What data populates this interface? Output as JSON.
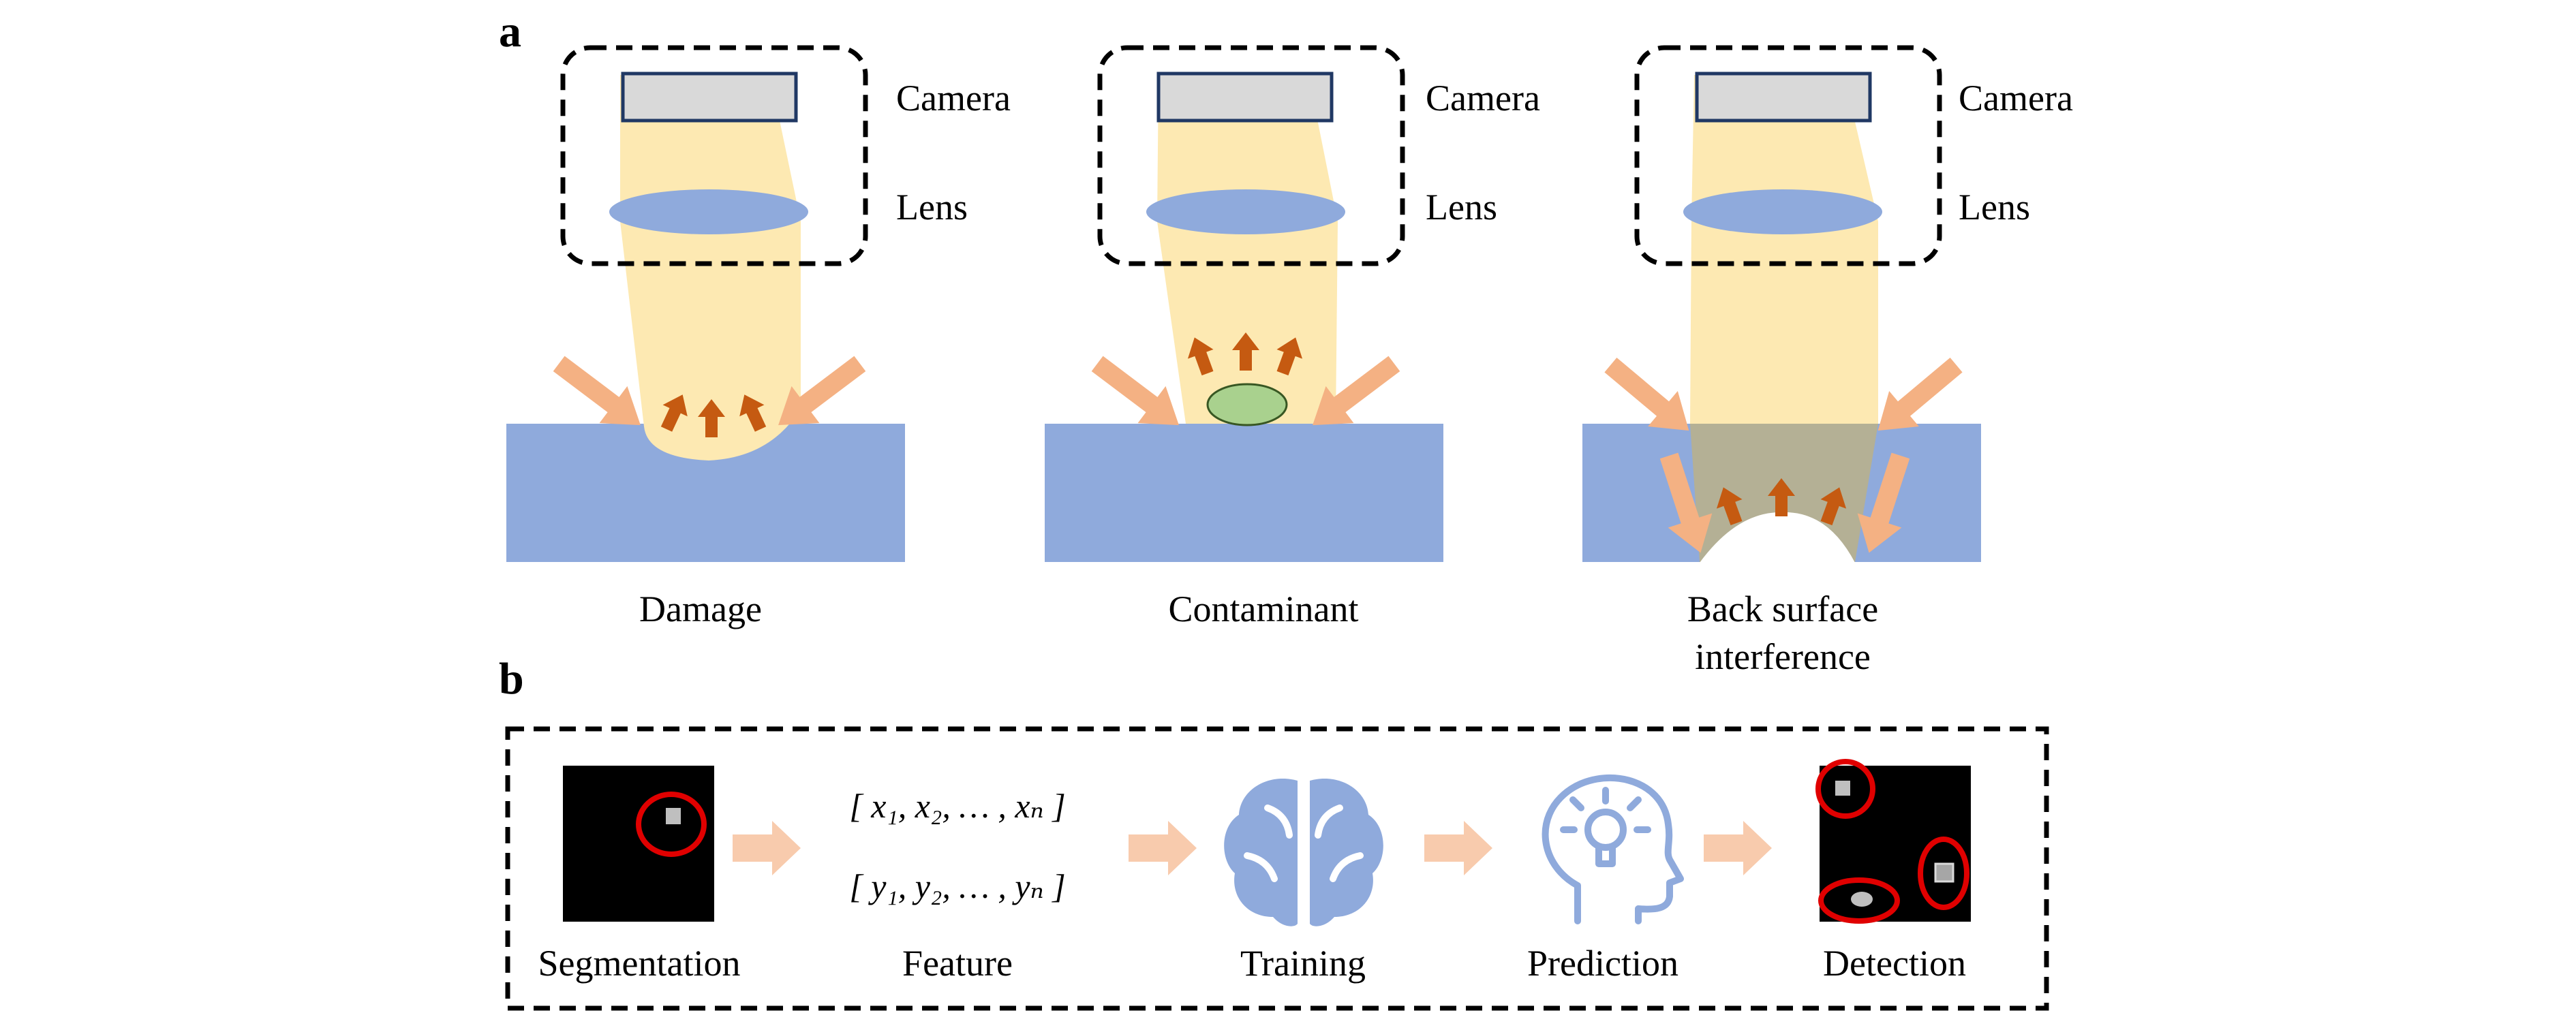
{
  "panel_a": {
    "label": "a",
    "camera_label": "Camera",
    "lens_label": "Lens",
    "cases": [
      {
        "id": "damage",
        "label": "Damage"
      },
      {
        "id": "contaminant",
        "label": "Contaminant"
      },
      {
        "id": "back_surface",
        "label_line1": "Back surface",
        "label_line2": "interference"
      }
    ]
  },
  "panel_b": {
    "label": "b",
    "steps": [
      "Segmentation",
      "Feature",
      "Training",
      "Prediction",
      "Detection"
    ],
    "feature_vectors": {
      "x_row": "[  x₁, x₂, … , xₙ  ]",
      "y_row": "[  y₁, y₂, … , yₙ  ]"
    }
  },
  "colors": {
    "light_beam": "#fde9b2",
    "lens": "#8faadc",
    "sample": "#8faadc",
    "camera_sensor": "#d9d9d9",
    "camera_border": "#203864",
    "incident_light": "#f4b183",
    "scatter_arrow": "#c55a11",
    "contaminant": "#a9d18e",
    "detection_circle": "#e00000",
    "flow_arrow": "#f8cbad",
    "icon": "#8faadc"
  },
  "icons": [
    "brain-icon",
    "head-lightbulb-icon"
  ]
}
